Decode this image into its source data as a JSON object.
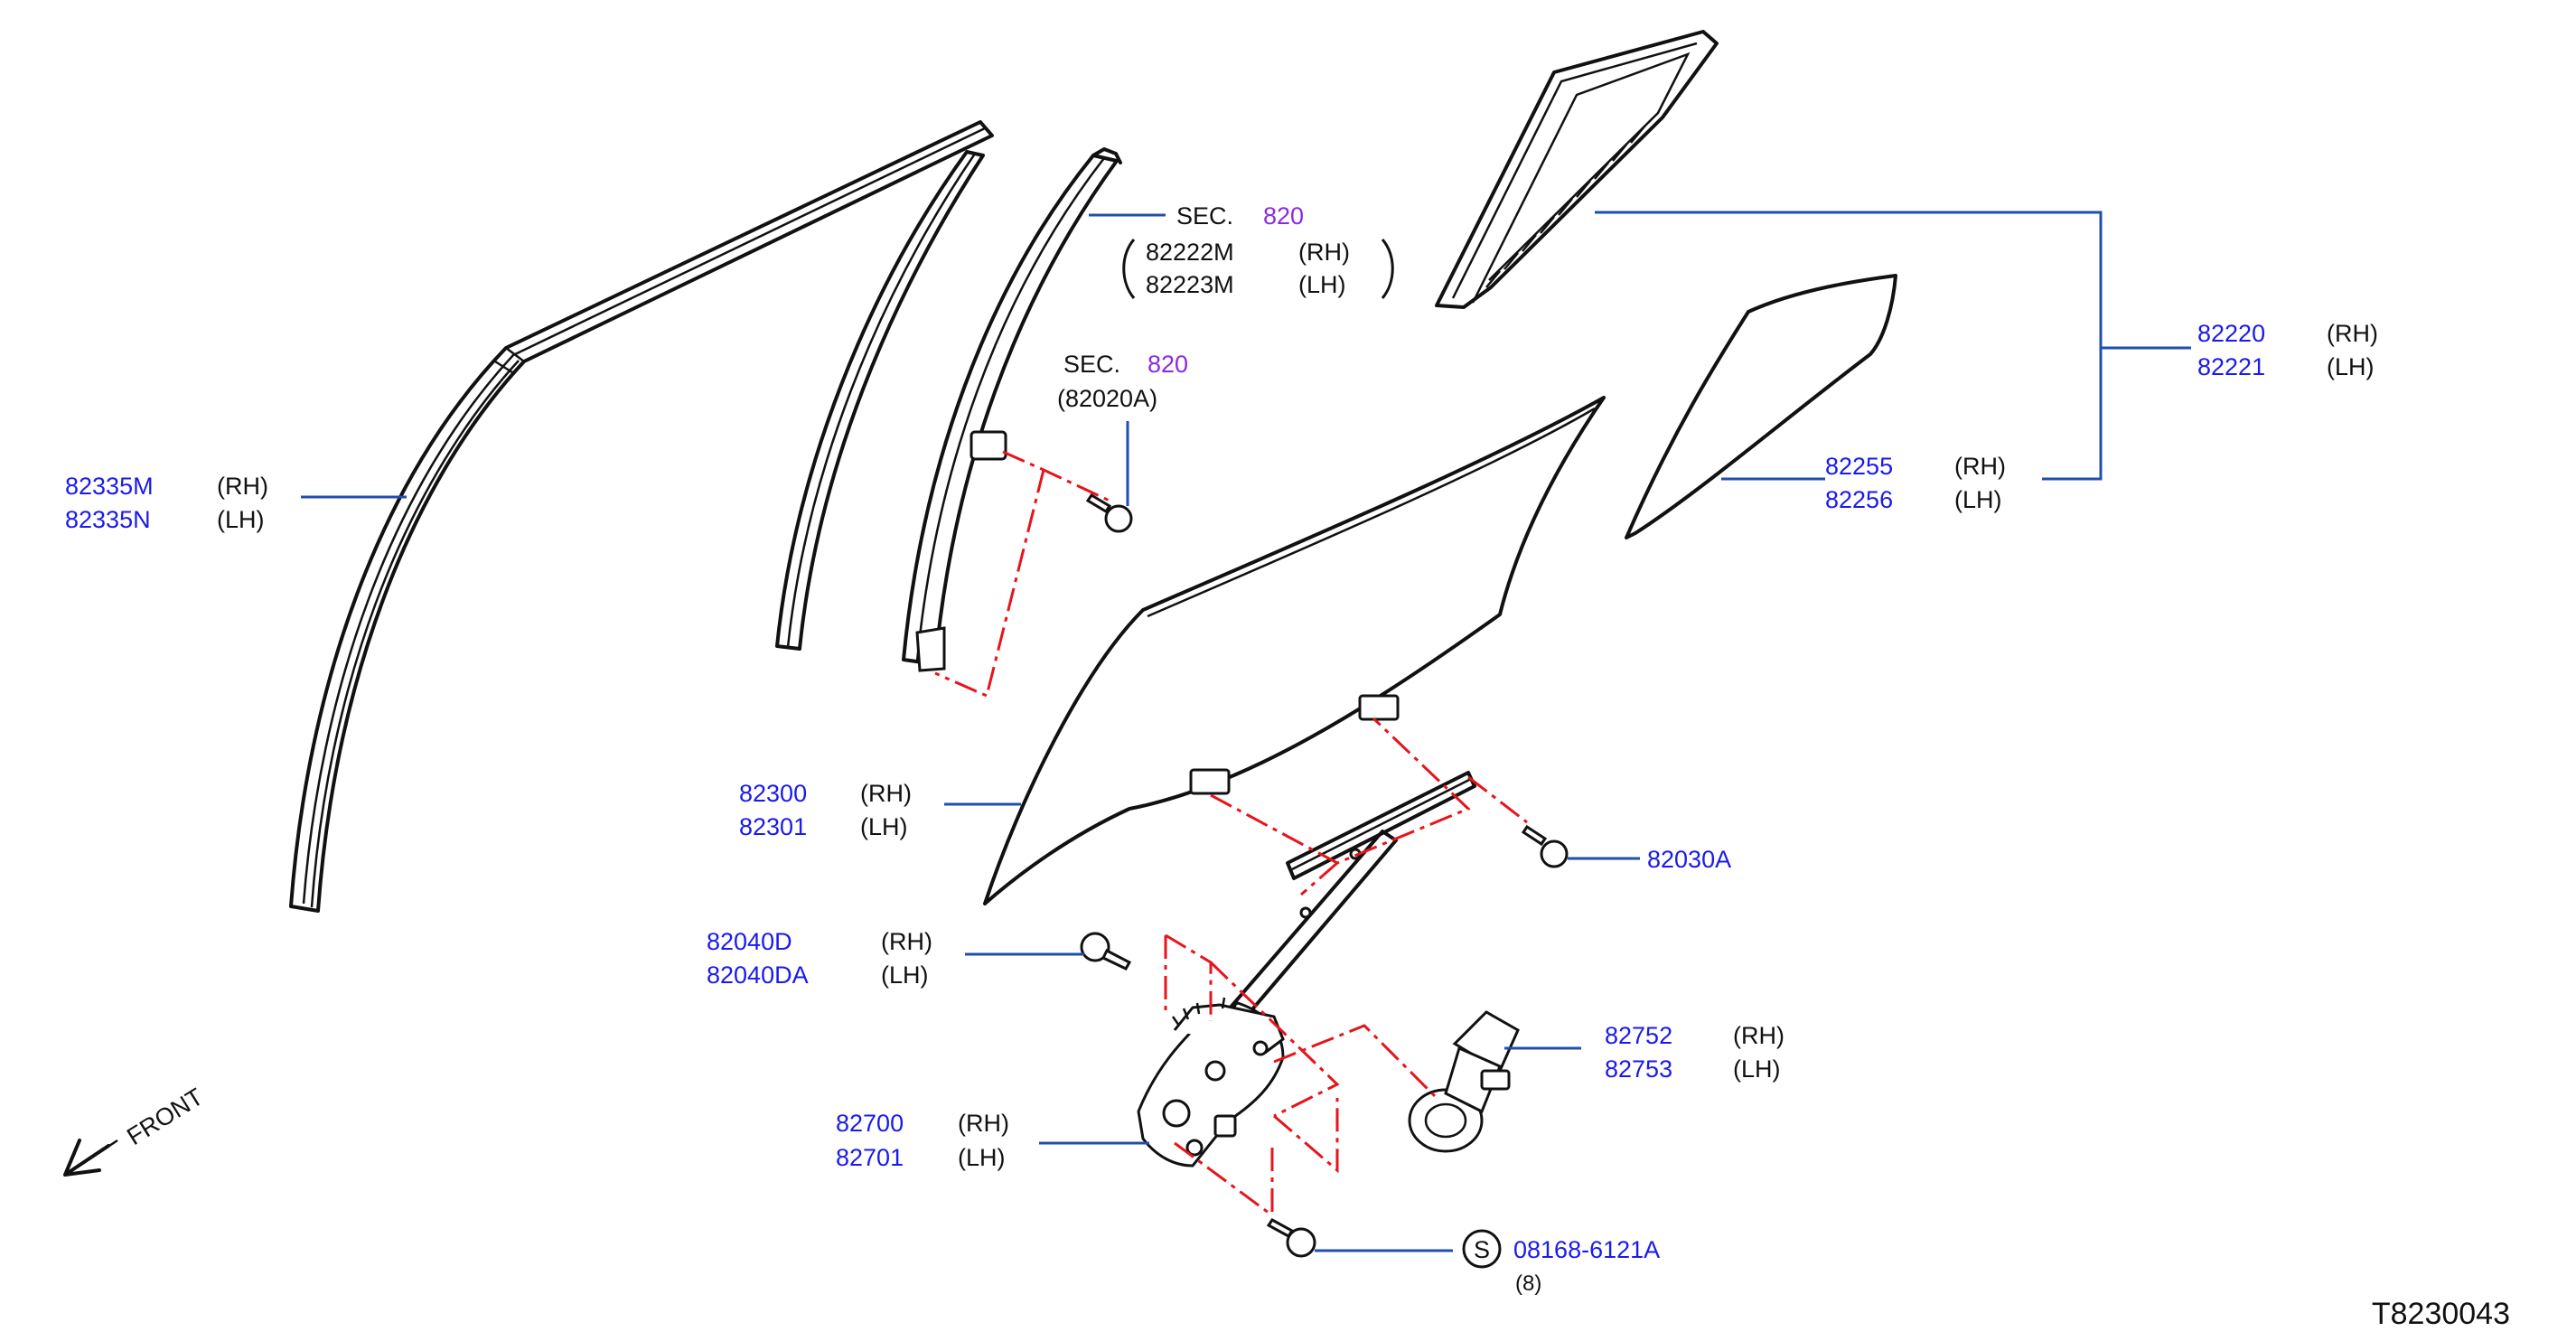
{
  "colors": {
    "part_number": "#1a1aee",
    "section_ref": "#8a2be2",
    "leader_line": "#1f4fae",
    "phantom_line": "#e8141b",
    "outline": "#111111"
  },
  "callouts": {
    "sash_front": {
      "rh_number": "82335M",
      "rh_side": "(RH)",
      "lh_number": "82335N",
      "lh_side": "(LH)"
    },
    "sec_upper": {
      "prefix": "SEC.",
      "number": "820",
      "rh_number": "82222M",
      "rh_side": "(RH)",
      "lh_number": "82223M",
      "lh_side": "(LH)"
    },
    "sec_lower": {
      "prefix": "SEC.",
      "number": "820",
      "sub": "(82020A)"
    },
    "partition": {
      "rh_number": "82220",
      "rh_side": "(RH)",
      "lh_number": "82221",
      "lh_side": "(LH)"
    },
    "partition_glass": {
      "rh_number": "82255",
      "rh_side": "(RH)",
      "lh_number": "82256",
      "lh_side": "(LH)"
    },
    "door_glass": {
      "rh_number": "82300",
      "rh_side": "(RH)",
      "lh_number": "82301",
      "lh_side": "(LH)"
    },
    "glass_bolt": {
      "number": "82030A"
    },
    "regulator_bolt": {
      "rh_number": "82040D",
      "rh_side": "(RH)",
      "lh_number": "82040DA",
      "lh_side": "(LH)"
    },
    "motor": {
      "rh_number": "82752",
      "rh_side": "(RH)",
      "lh_number": "82753",
      "lh_side": "(LH)"
    },
    "regulator": {
      "rh_number": "82700",
      "rh_side": "(RH)",
      "lh_number": "82701",
      "lh_side": "(LH)"
    },
    "screw": {
      "symbol": "S",
      "number": "08168-6121A",
      "qty": "(8)"
    }
  },
  "front_label": "FRONT",
  "diagram_ref": "T8230043"
}
